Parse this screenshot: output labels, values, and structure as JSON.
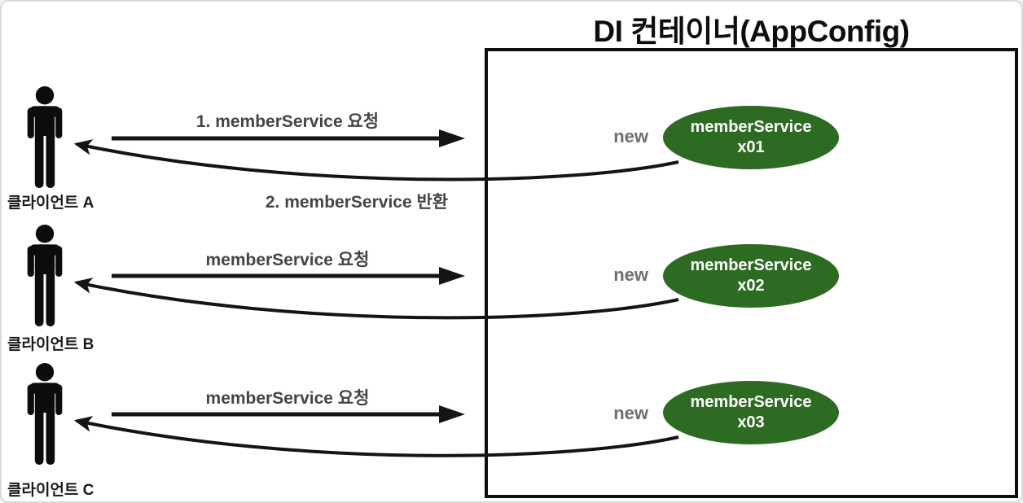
{
  "title": "DI 컨테이너(AppConfig)",
  "colors": {
    "ellipse_green": "#2d6b22",
    "ellipse_text": "#ffffff",
    "arrow_black": "#141414",
    "request_label_gray": "#454545",
    "new_gray": "#6f6f6f",
    "container_border": "#0d0d0d",
    "frame_border": "#d9d9d9"
  },
  "clients": [
    {
      "label": "클라이언트 A",
      "request_label": "1. memberService 요청",
      "return_label": "2. memberService 반환"
    },
    {
      "label": "클라이언트 B",
      "request_label": "memberService 요청"
    },
    {
      "label": "클라이언트 C",
      "request_label": "memberService 요청"
    }
  ],
  "container": {
    "instances": [
      {
        "new_label": "new",
        "service_name": "memberService",
        "instance_id": "x01"
      },
      {
        "new_label": "new",
        "service_name": "memberService",
        "instance_id": "x02"
      },
      {
        "new_label": "new",
        "service_name": "memberService",
        "instance_id": "x03"
      }
    ]
  }
}
